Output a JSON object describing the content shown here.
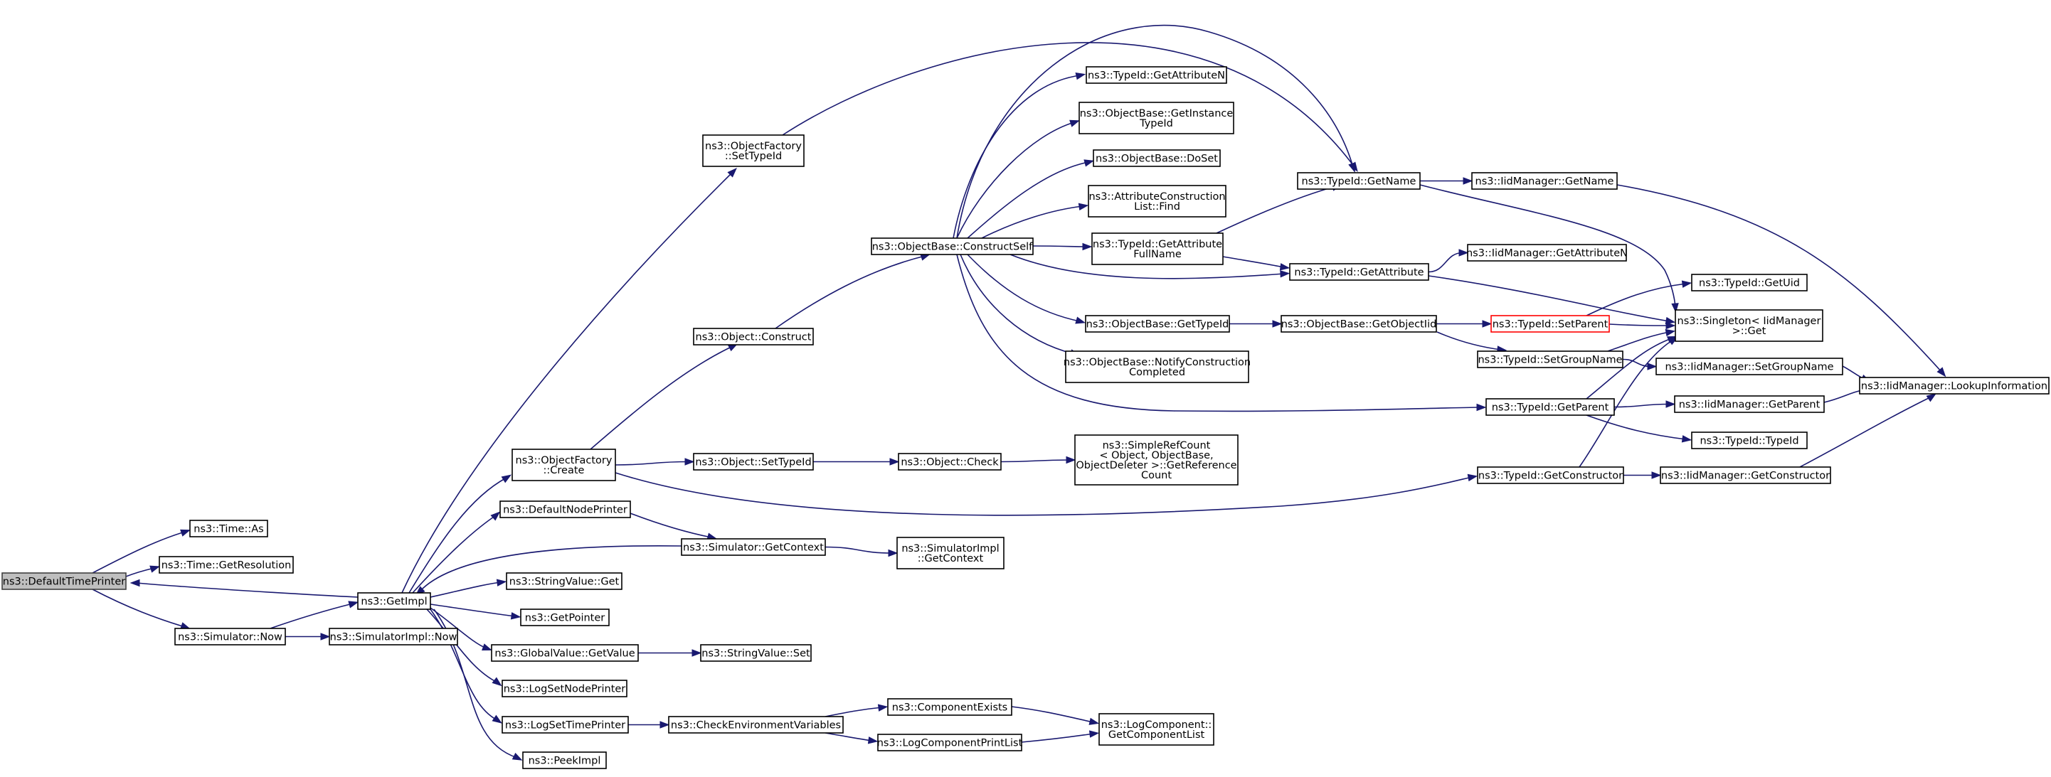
{
  "graph": {
    "root": "DefaultTimePrinter",
    "colors": {
      "edge": "#191970",
      "root_fill": "#bfbfbf",
      "node_fill": "#ffffff",
      "highlight_border": "#ff0000"
    },
    "nodes": [
      {
        "id": "DefaultTimePrinter",
        "lines": [
          "ns3::DefaultTimePrinter"
        ],
        "style": "root"
      },
      {
        "id": "TimeAs",
        "lines": [
          "ns3::Time::As"
        ]
      },
      {
        "id": "TimeGetResolution",
        "lines": [
          "ns3::Time::GetResolution"
        ]
      },
      {
        "id": "SimulatorNow",
        "lines": [
          "ns3::Simulator::Now"
        ]
      },
      {
        "id": "GetImpl",
        "lines": [
          "ns3::GetImpl"
        ]
      },
      {
        "id": "SimulatorImplNow",
        "lines": [
          "ns3::SimulatorImpl::Now"
        ]
      },
      {
        "id": "ObjectFactorySetTypeId",
        "lines": [
          "ns3::ObjectFactory",
          "::SetTypeId"
        ]
      },
      {
        "id": "ObjectFactoryCreate",
        "lines": [
          "ns3::ObjectFactory",
          "::Create"
        ]
      },
      {
        "id": "DefaultNodePrinter",
        "lines": [
          "ns3::DefaultNodePrinter"
        ]
      },
      {
        "id": "StringValueGet",
        "lines": [
          "ns3::StringValue::Get"
        ]
      },
      {
        "id": "GetPointer",
        "lines": [
          "ns3::GetPointer"
        ]
      },
      {
        "id": "GlobalValueGetValue",
        "lines": [
          "ns3::GlobalValue::GetValue"
        ]
      },
      {
        "id": "LogSetNodePrinter",
        "lines": [
          "ns3::LogSetNodePrinter"
        ]
      },
      {
        "id": "LogSetTimePrinter",
        "lines": [
          "ns3::LogSetTimePrinter"
        ]
      },
      {
        "id": "PeekImpl",
        "lines": [
          "ns3::PeekImpl"
        ]
      },
      {
        "id": "ObjectConstruct",
        "lines": [
          "ns3::Object::Construct"
        ]
      },
      {
        "id": "ObjectSetTypeId",
        "lines": [
          "ns3::Object::SetTypeId"
        ]
      },
      {
        "id": "SimulatorGetContext",
        "lines": [
          "ns3::Simulator::GetContext"
        ]
      },
      {
        "id": "StringValueSet",
        "lines": [
          "ns3::StringValue::Set"
        ]
      },
      {
        "id": "CheckEnvironmentVariables",
        "lines": [
          "ns3::CheckEnvironmentVariables"
        ]
      },
      {
        "id": "ObjectBaseConstructSelf",
        "lines": [
          "ns3::ObjectBase::ConstructSelf"
        ]
      },
      {
        "id": "ObjectCheck",
        "lines": [
          "ns3::Object::Check"
        ]
      },
      {
        "id": "SimulatorImplGetContext",
        "lines": [
          "ns3::SimulatorImpl",
          "::GetContext"
        ]
      },
      {
        "id": "ComponentExists",
        "lines": [
          "ns3::ComponentExists"
        ]
      },
      {
        "id": "LogComponentPrintList",
        "lines": [
          "ns3::LogComponentPrintList"
        ]
      },
      {
        "id": "TypeIdGetAttributeN",
        "lines": [
          "ns3::TypeId::GetAttributeN"
        ]
      },
      {
        "id": "ObjectBaseGetInstanceTypeId",
        "lines": [
          "ns3::ObjectBase::GetInstance",
          "TypeId"
        ]
      },
      {
        "id": "ObjectBaseDoSet",
        "lines": [
          "ns3::ObjectBase::DoSet"
        ]
      },
      {
        "id": "AttributeConstructionListFind",
        "lines": [
          "ns3::AttributeConstruction",
          "List::Find"
        ]
      },
      {
        "id": "TypeIdGetAttributeFullName",
        "lines": [
          "ns3::TypeId::GetAttribute",
          "FullName"
        ]
      },
      {
        "id": "ObjectBaseGetTypeId",
        "lines": [
          "ns3::ObjectBase::GetTypeId"
        ]
      },
      {
        "id": "ObjectBaseNotifyConstructionCompleted",
        "lines": [
          "ns3::ObjectBase::NotifyConstruction",
          "Completed"
        ]
      },
      {
        "id": "SimpleRefCountGetReferenceCount",
        "lines": [
          "ns3::SimpleRefCount",
          "< Object, ObjectBase,",
          "ObjectDeleter >::GetReference",
          "Count"
        ]
      },
      {
        "id": "LogComponentGetComponentList",
        "lines": [
          "ns3::LogComponent::",
          "GetComponentList"
        ]
      },
      {
        "id": "TypeIdGetName",
        "lines": [
          "ns3::TypeId::GetName"
        ]
      },
      {
        "id": "TypeIdGetAttribute",
        "lines": [
          "ns3::TypeId::GetAttribute"
        ]
      },
      {
        "id": "ObjectBaseGetObjectIid",
        "lines": [
          "ns3::ObjectBase::GetObjectIid"
        ]
      },
      {
        "id": "TypeIdSetParent",
        "lines": [
          "ns3::TypeId::SetParent"
        ],
        "style": "red"
      },
      {
        "id": "TypeIdSetGroupName",
        "lines": [
          "ns3::TypeId::SetGroupName"
        ]
      },
      {
        "id": "TypeIdGetParent",
        "lines": [
          "ns3::TypeId::GetParent"
        ]
      },
      {
        "id": "TypeIdGetConstructor",
        "lines": [
          "ns3::TypeId::GetConstructor"
        ]
      },
      {
        "id": "IidManagerGetName",
        "lines": [
          "ns3::IidManager::GetName"
        ]
      },
      {
        "id": "IidManagerGetAttributeN",
        "lines": [
          "ns3::IidManager::GetAttributeN"
        ]
      },
      {
        "id": "TypeIdGetUid",
        "lines": [
          "ns3::TypeId::GetUid"
        ]
      },
      {
        "id": "SingletonGet",
        "lines": [
          "ns3::Singleton< IidManager",
          ">::Get"
        ]
      },
      {
        "id": "IidManagerSetGroupName",
        "lines": [
          "ns3::IidManager::SetGroupName"
        ]
      },
      {
        "id": "IidManagerGetParent",
        "lines": [
          "ns3::IidManager::GetParent"
        ]
      },
      {
        "id": "TypeIdTypeId",
        "lines": [
          "ns3::TypeId::TypeId"
        ]
      },
      {
        "id": "IidManagerGetConstructor",
        "lines": [
          "ns3::IidManager::GetConstructor"
        ]
      },
      {
        "id": "IidManagerLookupInformation",
        "lines": [
          "ns3::IidManager::LookupInformation"
        ]
      }
    ],
    "edges": [
      [
        "DefaultTimePrinter",
        "TimeAs"
      ],
      [
        "DefaultTimePrinter",
        "TimeGetResolution"
      ],
      [
        "DefaultTimePrinter",
        "SimulatorNow"
      ],
      [
        "SimulatorNow",
        "GetImpl"
      ],
      [
        "SimulatorNow",
        "SimulatorImplNow"
      ],
      [
        "GetImpl",
        "DefaultTimePrinter"
      ],
      [
        "GetImpl",
        "ObjectFactorySetTypeId"
      ],
      [
        "GetImpl",
        "ObjectFactoryCreate"
      ],
      [
        "GetImpl",
        "DefaultNodePrinter"
      ],
      [
        "GetImpl",
        "StringValueGet"
      ],
      [
        "GetImpl",
        "GetPointer"
      ],
      [
        "GetImpl",
        "GlobalValueGetValue"
      ],
      [
        "GetImpl",
        "LogSetNodePrinter"
      ],
      [
        "GetImpl",
        "LogSetTimePrinter"
      ],
      [
        "GetImpl",
        "PeekImpl"
      ],
      [
        "ObjectFactorySetTypeId",
        "TypeIdGetName"
      ],
      [
        "ObjectFactoryCreate",
        "ObjectConstruct"
      ],
      [
        "ObjectFactoryCreate",
        "ObjectSetTypeId"
      ],
      [
        "ObjectFactoryCreate",
        "TypeIdGetConstructor"
      ],
      [
        "DefaultNodePrinter",
        "SimulatorGetContext"
      ],
      [
        "SimulatorGetContext",
        "GetImpl"
      ],
      [
        "SimulatorGetContext",
        "SimulatorImplGetContext"
      ],
      [
        "GlobalValueGetValue",
        "StringValueSet"
      ],
      [
        "LogSetTimePrinter",
        "CheckEnvironmentVariables"
      ],
      [
        "CheckEnvironmentVariables",
        "ComponentExists"
      ],
      [
        "CheckEnvironmentVariables",
        "LogComponentPrintList"
      ],
      [
        "ComponentExists",
        "LogComponentGetComponentList"
      ],
      [
        "LogComponentPrintList",
        "LogComponentGetComponentList"
      ],
      [
        "ObjectConstruct",
        "ObjectBaseConstructSelf"
      ],
      [
        "ObjectSetTypeId",
        "ObjectCheck"
      ],
      [
        "ObjectCheck",
        "SimpleRefCountGetReferenceCount"
      ],
      [
        "ObjectBaseConstructSelf",
        "TypeIdGetAttributeN"
      ],
      [
        "ObjectBaseConstructSelf",
        "ObjectBaseGetInstanceTypeId"
      ],
      [
        "ObjectBaseConstructSelf",
        "ObjectBaseDoSet"
      ],
      [
        "ObjectBaseConstructSelf",
        "AttributeConstructionListFind"
      ],
      [
        "ObjectBaseConstructSelf",
        "TypeIdGetAttributeFullName"
      ],
      [
        "ObjectBaseConstructSelf",
        "TypeIdGetAttribute"
      ],
      [
        "ObjectBaseConstructSelf",
        "ObjectBaseGetTypeId"
      ],
      [
        "ObjectBaseConstructSelf",
        "ObjectBaseNotifyConstructionCompleted"
      ],
      [
        "ObjectBaseConstructSelf",
        "TypeIdGetParent"
      ],
      [
        "ObjectBaseConstructSelf",
        "TypeIdGetName"
      ],
      [
        "TypeIdGetAttributeFullName",
        "TypeIdGetName"
      ],
      [
        "TypeIdGetAttributeFullName",
        "TypeIdGetAttribute"
      ],
      [
        "ObjectBaseGetTypeId",
        "ObjectBaseGetObjectIid"
      ],
      [
        "ObjectBaseGetObjectIid",
        "TypeIdSetParent"
      ],
      [
        "ObjectBaseGetObjectIid",
        "TypeIdSetGroupName"
      ],
      [
        "TypeIdGetName",
        "IidManagerGetName"
      ],
      [
        "TypeIdGetName",
        "SingletonGet"
      ],
      [
        "TypeIdGetAttribute",
        "IidManagerGetAttributeN"
      ],
      [
        "TypeIdGetAttribute",
        "SingletonGet"
      ],
      [
        "TypeIdSetParent",
        "TypeIdGetUid"
      ],
      [
        "TypeIdSetParent",
        "SingletonGet"
      ],
      [
        "TypeIdSetGroupName",
        "SingletonGet"
      ],
      [
        "TypeIdSetGroupName",
        "IidManagerSetGroupName"
      ],
      [
        "TypeIdGetParent",
        "SingletonGet"
      ],
      [
        "TypeIdGetParent",
        "IidManagerGetParent"
      ],
      [
        "TypeIdGetParent",
        "TypeIdTypeId"
      ],
      [
        "TypeIdGetConstructor",
        "SingletonGet"
      ],
      [
        "TypeIdGetConstructor",
        "IidManagerGetConstructor"
      ],
      [
        "IidManagerGetName",
        "IidManagerLookupInformation"
      ],
      [
        "IidManagerSetGroupName",
        "IidManagerLookupInformation"
      ],
      [
        "IidManagerGetParent",
        "IidManagerLookupInformation"
      ],
      [
        "IidManagerGetConstructor",
        "IidManagerLookupInformation"
      ]
    ]
  }
}
